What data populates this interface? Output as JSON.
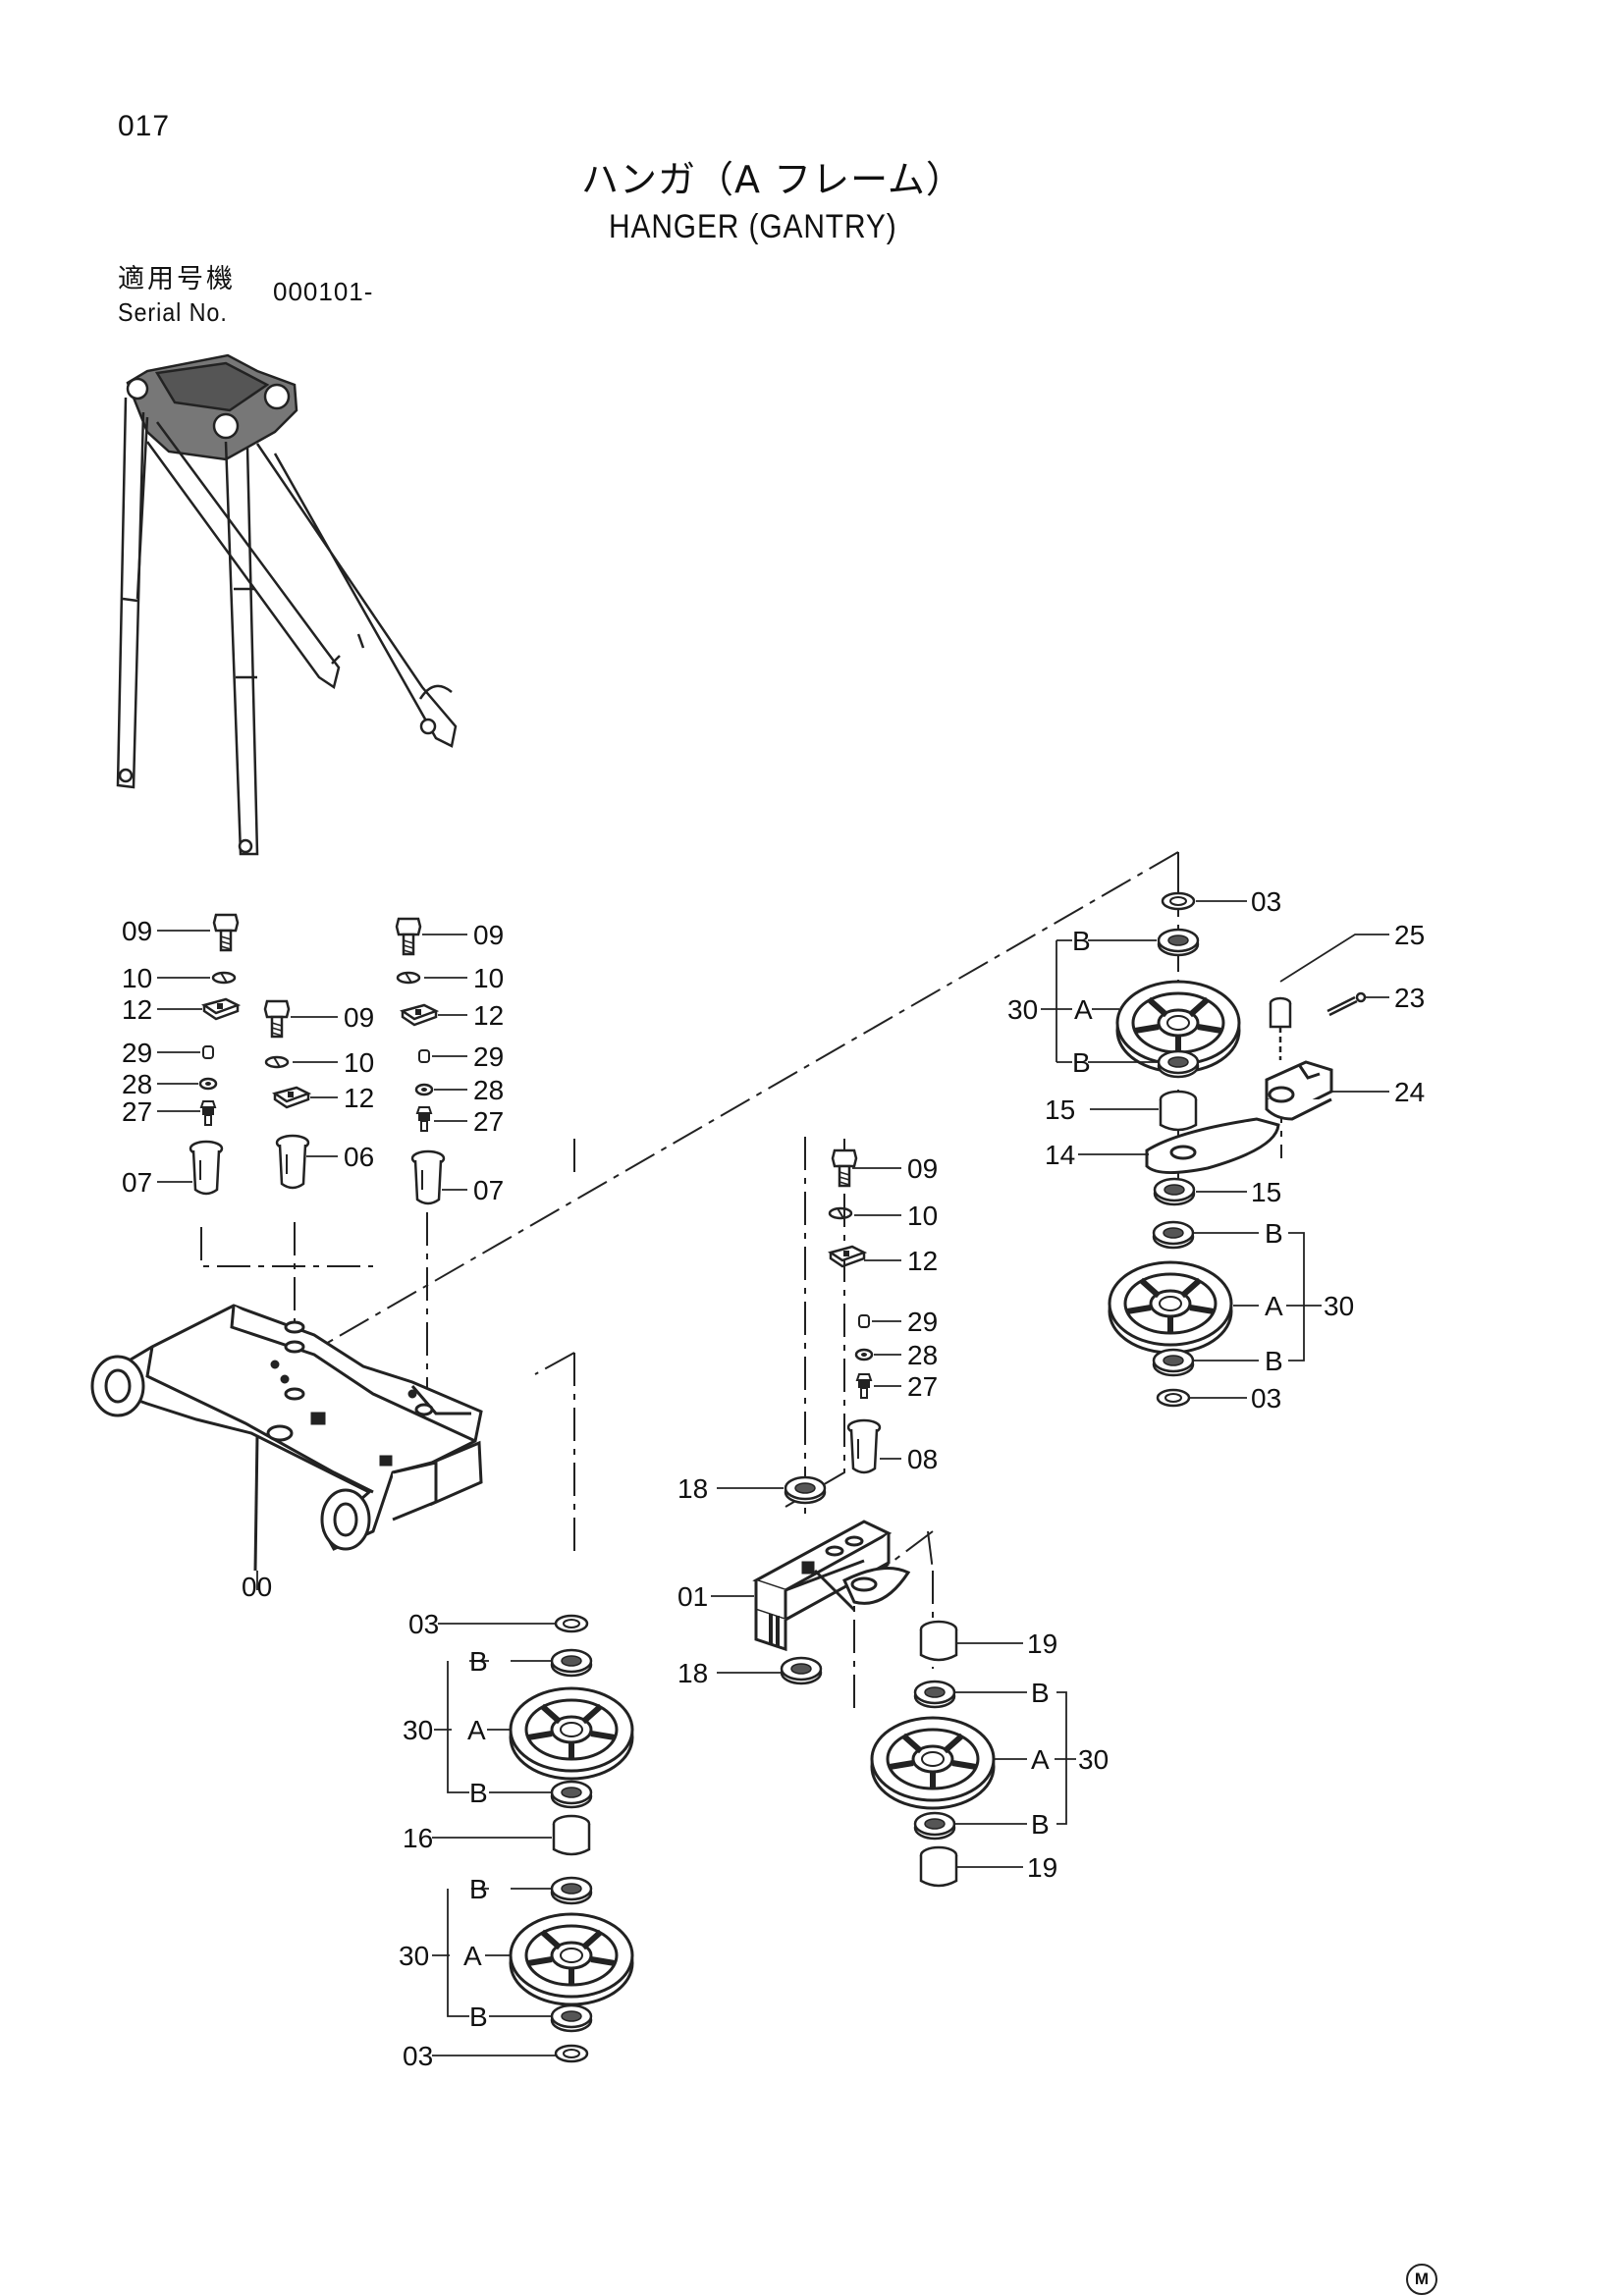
{
  "page": {
    "number": "017",
    "title_jp": "ハンガ（A フレーム）",
    "title_en": "HANGER (GANTRY)",
    "serial_label_jp": "適用号機",
    "serial_label_en": "Serial No.",
    "serial_value": "000101-",
    "corner_mark": "M"
  },
  "callouts": {
    "c03a": "03",
    "b1": "B",
    "c30a": "30",
    "a1": "A",
    "b2": "B",
    "c25": "25",
    "c23": "23",
    "c24": "24",
    "c15a": "15",
    "c14": "14",
    "c15b": "15",
    "b3": "B",
    "a2": "A",
    "c30b": "30",
    "b4": "B",
    "c03b": "03",
    "l09": "09",
    "l10": "10",
    "l12": "12",
    "l29": "29",
    "l28": "28",
    "l27": "27",
    "l07": "07",
    "m09": "09",
    "m10": "10",
    "m12": "12",
    "m06": "06",
    "r09": "09",
    "r10": "10",
    "r12": "12",
    "r29": "29",
    "r28": "28",
    "r27": "27",
    "r07": "07",
    "c00": "00",
    "s09": "09",
    "s10": "10",
    "s12": "12",
    "s29": "29",
    "s28": "28",
    "s27": "27",
    "s08": "08",
    "c18a": "18",
    "c01": "01",
    "c18b": "18",
    "c19a": "19",
    "b5": "B",
    "a3": "A",
    "c30c": "30",
    "b6": "B",
    "c19b": "19",
    "c03c": "03",
    "b7": "B",
    "c30d": "30",
    "a4": "A",
    "b8": "B",
    "c16": "16",
    "b9": "B",
    "c30e": "30",
    "a5": "A",
    "b10": "B",
    "c03d": "03"
  }
}
